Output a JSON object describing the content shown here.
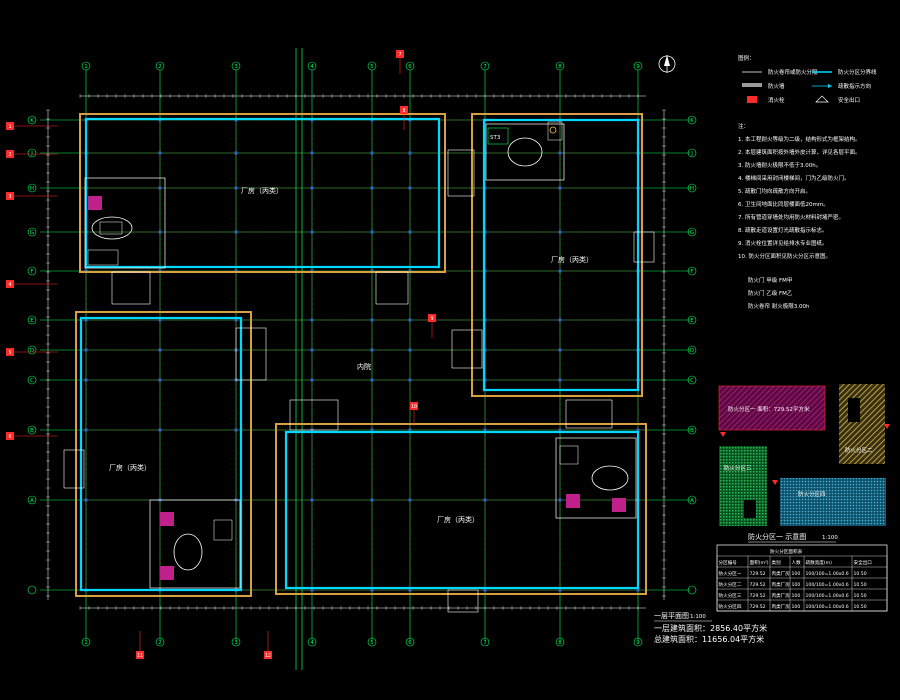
{
  "colors": {
    "background": "#000000",
    "axis_green": "#00ff55",
    "grid_red": "#c81e1e",
    "wall_cyan": "#00d8ff",
    "wall_orange": "#d8a040",
    "marker_red": "#ff2a2a",
    "hatch_magenta": "#c0208a",
    "hatch_yellow": "#e8d060",
    "hatch_green": "#20c050",
    "hatch_cyan": "#40b8d8",
    "text_white": "#ffffff"
  },
  "rooms": {
    "workshop_a": "厂房（丙类）",
    "workshop_b": "厂房（丙类）",
    "workshop_c": "厂房（丙类）",
    "workshop_d": "厂房（丙类）",
    "courtyard": "内院",
    "stair_label": "ST3"
  },
  "axis": {
    "top": [
      "1",
      "2",
      "3",
      "4",
      "5",
      "6",
      "7",
      "8",
      "9"
    ],
    "left": [
      "K",
      "J",
      "H",
      "G",
      "F",
      "E",
      "D",
      "C",
      "B",
      "A"
    ]
  },
  "drawing": {
    "title": "一层平面图",
    "scale": "1:100",
    "stat1": "一层建筑面积：2856.40平方米",
    "stat2": "总建筑面积：11656.04平方米"
  },
  "legend": {
    "title": "图例：",
    "items": [
      "防火卷帘或防火分隔",
      "防火分区分界线",
      "防火墙",
      "疏散指示方向",
      "消火栓",
      "安全出口"
    ]
  },
  "notes": {
    "title": "注：",
    "lines": [
      "1. 本工程耐火等级为二级，结构形式为框架结构。",
      "2. 本层建筑面积按外墙外皮计算，详见各层平面。",
      "3. 防火墙耐火极限不低于3.00h。",
      "4. 楼梯间采用封闭楼梯间，门为乙级防火门。",
      "5. 疏散门均向疏散方向开启。",
      "6. 卫生间地面比同层楼面低20mm。",
      "7. 所有管道穿墙处均用防火材料封堵严密。",
      "8. 疏散走道设置灯光疏散指示标志。",
      "9. 消火栓位置详见给排水专业图纸。",
      "10. 防火分区面积见防火分区示意图。"
    ],
    "fire_lines": [
      "防火门  甲级 FM甲",
      "防火门  乙级 FM乙",
      "防火卷帘 耐火极限3.00h"
    ]
  },
  "partition": {
    "caption": "防火分区一 示意图",
    "scale": "1:100",
    "zone1": "防火分区一  面积：729.52平方米",
    "zone2": "防火分区二",
    "zone3": "防火分区三",
    "zone4": "防火分区四"
  },
  "table": {
    "title": "防火分区面积表",
    "headers": [
      "分区编号",
      "面积(m²)",
      "类别",
      "人数",
      "疏散宽度(m)",
      "安全出口"
    ],
    "rows": [
      [
        "防火分区一",
        "729.52",
        "丙类厂房",
        "100",
        "100/100=1.00x0.6",
        "10.50"
      ],
      [
        "防火分区二",
        "729.52",
        "丙类厂房",
        "100",
        "100/100=1.00x0.6",
        "10.50"
      ],
      [
        "防火分区三",
        "729.52",
        "丙类厂房",
        "100",
        "100/100=1.00x0.6",
        "10.50"
      ],
      [
        "防火分区四",
        "729.52",
        "丙类厂房",
        "100",
        "100/100=1.00x0.6",
        "10.50"
      ]
    ]
  },
  "markers": [
    "1",
    "2",
    "3",
    "4",
    "5",
    "6",
    "7",
    "8",
    "9",
    "10",
    "11",
    "12"
  ]
}
